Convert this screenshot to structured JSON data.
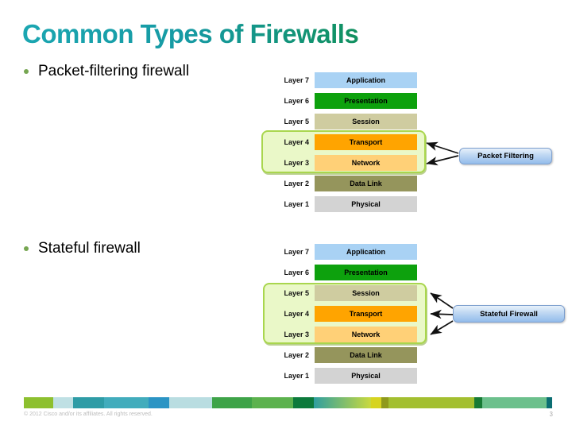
{
  "slide": {
    "title": "Common Types of Firewalls",
    "bullets": [
      "Packet-filtering firewall",
      "Stateful firewall"
    ],
    "footer_copyright": "© 2012 Cisco and/or its affiliates. All rights reserved.",
    "page_number": "3"
  },
  "osi_layers": [
    {
      "layer": "Layer 7",
      "name": "Application",
      "color": "#a9d2f4"
    },
    {
      "layer": "Layer 6",
      "name": "Presentation",
      "color": "#0da10d"
    },
    {
      "layer": "Layer 5",
      "name": "Session",
      "color": "#cfcca0"
    },
    {
      "layer": "Layer 4",
      "name": "Transport",
      "color": "#ffa400"
    },
    {
      "layer": "Layer 3",
      "name": "Network",
      "color": "#ffd077"
    },
    {
      "layer": "Layer 2",
      "name": "Data Link",
      "color": "#95955c"
    },
    {
      "layer": "Layer 1",
      "name": "Physical",
      "color": "#d3d3d3"
    }
  ],
  "diagrams": [
    {
      "bullet": "Packet-filtering firewall",
      "callout": "Packet Filtering",
      "highlighted_layers": [
        "Layer 4",
        "Layer 3"
      ],
      "arrow_targets": [
        "Transport",
        "Network"
      ]
    },
    {
      "bullet": "Stateful firewall",
      "callout": "Stateful Firewall",
      "highlighted_layers": [
        "Layer 5",
        "Layer 4",
        "Layer 3"
      ],
      "arrow_targets": [
        "Session",
        "Transport",
        "Network"
      ]
    }
  ],
  "colors": {
    "title_gradient_start": "#1ba6b1",
    "title_gradient_end": "#0f8f50",
    "highlight_fill": "#eaf8c8",
    "highlight_border": "#a9d64e",
    "callout_fill": "#93bceb",
    "callout_border": "#7d9fce",
    "bullet_dot": "#76a651",
    "arrow": "#111111"
  },
  "footer_stripe": [
    {
      "color": "#8dc02f",
      "width": 37
    },
    {
      "color": "#bfe0e4",
      "width": 25
    },
    {
      "color": "#2e9ca6",
      "width": 39
    },
    {
      "color": "#41acbc",
      "width": 56
    },
    {
      "color": "#2b94c4",
      "width": 26
    },
    {
      "color": "#b9dde1",
      "width": 54
    },
    {
      "color": "#3ea348",
      "width": 50
    },
    {
      "color": "#5cb24e",
      "width": 52
    },
    {
      "color": "#0c7a3c",
      "width": 26
    },
    {
      "color": "#2f9fa0",
      "color_end": "#c9d93e",
      "width": 72
    },
    {
      "color": "#d6d420",
      "width": 13
    },
    {
      "color": "#8f9a1c",
      "width": 9
    },
    {
      "color": "#a3bf30",
      "width": 108
    },
    {
      "color": "#177a34",
      "width": 10
    },
    {
      "color": "#6cc08c",
      "width": 81
    },
    {
      "color": "#0b6e72",
      "width": 7
    }
  ]
}
